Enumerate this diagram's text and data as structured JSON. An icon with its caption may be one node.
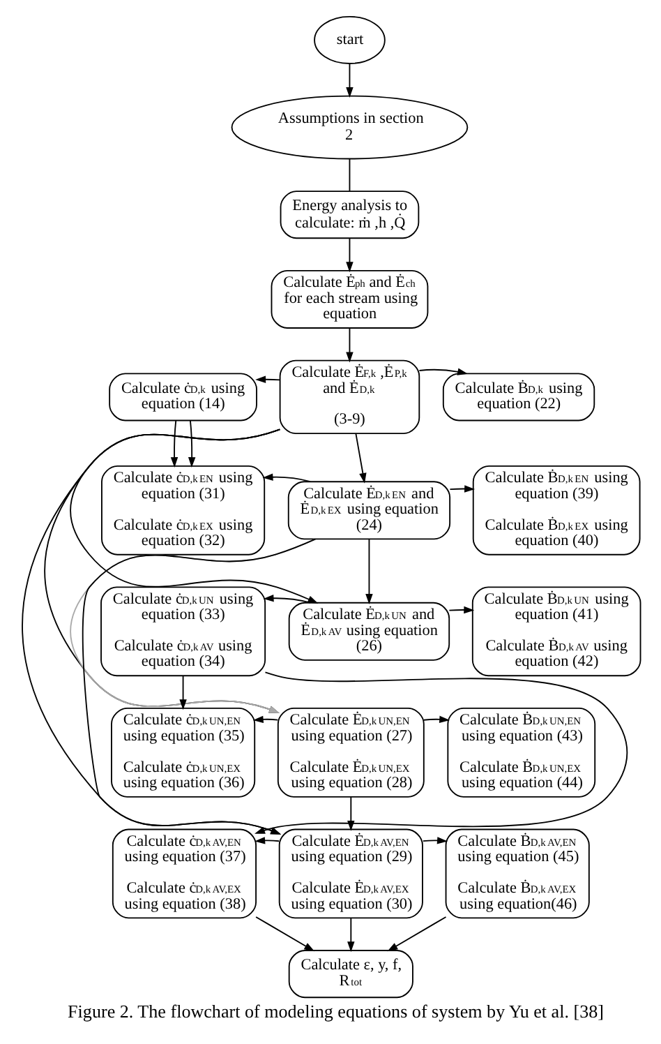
{
  "diagram": {
    "caption": "Figure 2. The flowchart of modeling equations of system by Yu et al. [38]",
    "nodes": [
      {
        "text": [
          "start"
        ]
      },
      {
        "text": [
          "Assumptions in section 2"
        ]
      },
      {
        "text": [
          "Energy analysis to calculate: ṁ ,h ,Q̇"
        ]
      },
      {
        "text": [
          "Calculate Ė$^{ph}$ and Ė$^{ch}$ for each stream using equation"
        ]
      },
      {
        "text": [
          "Calculate Ė$_{F,k}$ ,Ė$_{P,k}$ and Ė$_{D,k}$",
          "(3-9)"
        ]
      },
      {
        "text": [
          "Calculate ċ$_{D,k}$ using equation (14)"
        ]
      },
      {
        "text": [
          "Calculate Ḃ$_{D,k}$ using equation (22)"
        ]
      },
      {
        "text": [
          "Calculate Ė$_{D,k}$$^{EN}$ and Ė$_{D,k}$$^{EX}$ using equation (24)"
        ]
      },
      {
        "text": [
          "Calculate ċ$_{D,k}$$^{EN}$ using equation (31)",
          "Calculate ċ$_{D,k}$$^{EX}$ using equation (32)"
        ]
      },
      {
        "text": [
          "Calculate Ḃ$_{D,k}$$^{EN}$ using equation (39)",
          "Calculate Ḃ$_{D,k}$$^{EX}$ using equation (40)"
        ]
      },
      {
        "text": [
          "Calculate Ė$_{D,k}$$^{UN}$ and Ė$_{D,k}$$^{AV}$ using equation (26)"
        ]
      },
      {
        "text": [
          "Calculate ċ$_{D,k}$$^{UN}$ using equation (33)",
          "Calculate ċ$_{D,k}$$^{AV}$ using equation (34)"
        ]
      },
      {
        "text": [
          "Calculate Ḃ$_{D,k}$$^{UN}$ using equation (41)",
          "Calculate Ḃ$_{D,k}$$^{AV}$ using equation (42)"
        ]
      },
      {
        "text": [
          "Calculate Ė$_{D,k}$$^{UN,EN}$ using equation (27)",
          "Calculate Ė$_{D,k}$$^{UN,EX}$ using equation (28)"
        ]
      },
      {
        "text": [
          "Calculate ċ$_{D,k}$$^{UN,EN}$ using equation (35)",
          "Calculate ċ$_{D,k}$$^{UN,EX}$ using equation (36)"
        ]
      },
      {
        "text": [
          "Calculate Ḃ$_{D,k}$$^{UN,EN}$ using equation (43)",
          "Calculate Ḃ$_{D,k}$$^{UN,EX}$ using equation (44)"
        ]
      },
      {
        "text": [
          "Calculate Ė$_{D,k}$$^{AV,EN}$ using equation (29)",
          "Calculate Ė$_{D,k}$$^{AV,EX}$ using equation (30)"
        ]
      },
      {
        "text": [
          "Calculate ċ$_{D,k}$$^{AV,EN}$ using equation (37)",
          "Calculate ċ$_{D,k}$$^{AV,EX}$ using equation (38)"
        ]
      },
      {
        "text": [
          "Calculate Ḃ$_{D,k}$$^{AV,EN}$ using equation (45)",
          "Calculate Ḃ$_{D,k}$$^{AV,EX}$ using equation(46)"
        ]
      },
      {
        "text": [
          "Calculate ε, y, f, R$_{tot}$"
        ]
      }
    ],
    "edges": [
      {
        "from": 0,
        "to": 1,
        "arrow": "to"
      },
      {
        "from": 1,
        "to": 2,
        "arrow": "none"
      },
      {
        "from": 2,
        "to": 3,
        "arrow": "to"
      },
      {
        "from": 3,
        "to": 4,
        "arrow": "to"
      },
      {
        "from": 4,
        "to": 5,
        "arrow": "to"
      },
      {
        "from": 4,
        "to": 6,
        "arrow": "to"
      },
      {
        "from": 4,
        "to": 7,
        "arrow": "to"
      },
      {
        "from": 4,
        "to": 10,
        "arrow": "to"
      },
      {
        "from": 4,
        "to": 13,
        "arrow": "to"
      },
      {
        "from": 4,
        "to": 16,
        "arrow": "to"
      },
      {
        "from": 5,
        "to": 8,
        "arrow": "to"
      },
      {
        "from": 5,
        "to": 8,
        "arrow": "to"
      },
      {
        "from": 7,
        "to": 8,
        "arrow": "to"
      },
      {
        "from": 7,
        "to": 9,
        "arrow": "to"
      },
      {
        "from": 7,
        "to": 10,
        "arrow": "to"
      },
      {
        "from": 7,
        "to": 13,
        "arrow": "to",
        "color": "#aaaaaa"
      },
      {
        "from": 7,
        "to": 16,
        "arrow": "to"
      },
      {
        "from": 10,
        "to": 11,
        "arrow": "to"
      },
      {
        "from": 10,
        "to": 12,
        "arrow": "to"
      },
      {
        "from": 11,
        "to": 14,
        "arrow": "to"
      },
      {
        "from": 11,
        "to": 17,
        "arrow": "to"
      },
      {
        "from": 13,
        "to": 14,
        "arrow": "to"
      },
      {
        "from": 13,
        "to": 15,
        "arrow": "to"
      },
      {
        "from": 13,
        "to": 16,
        "arrow": "to"
      },
      {
        "from": 16,
        "to": 17,
        "arrow": "to"
      },
      {
        "from": 16,
        "to": 18,
        "arrow": "to"
      },
      {
        "from": 17,
        "to": 19,
        "arrow": "to"
      },
      {
        "from": 16,
        "to": 19,
        "arrow": "to"
      },
      {
        "from": 18,
        "to": 19,
        "arrow": "to"
      }
    ]
  }
}
